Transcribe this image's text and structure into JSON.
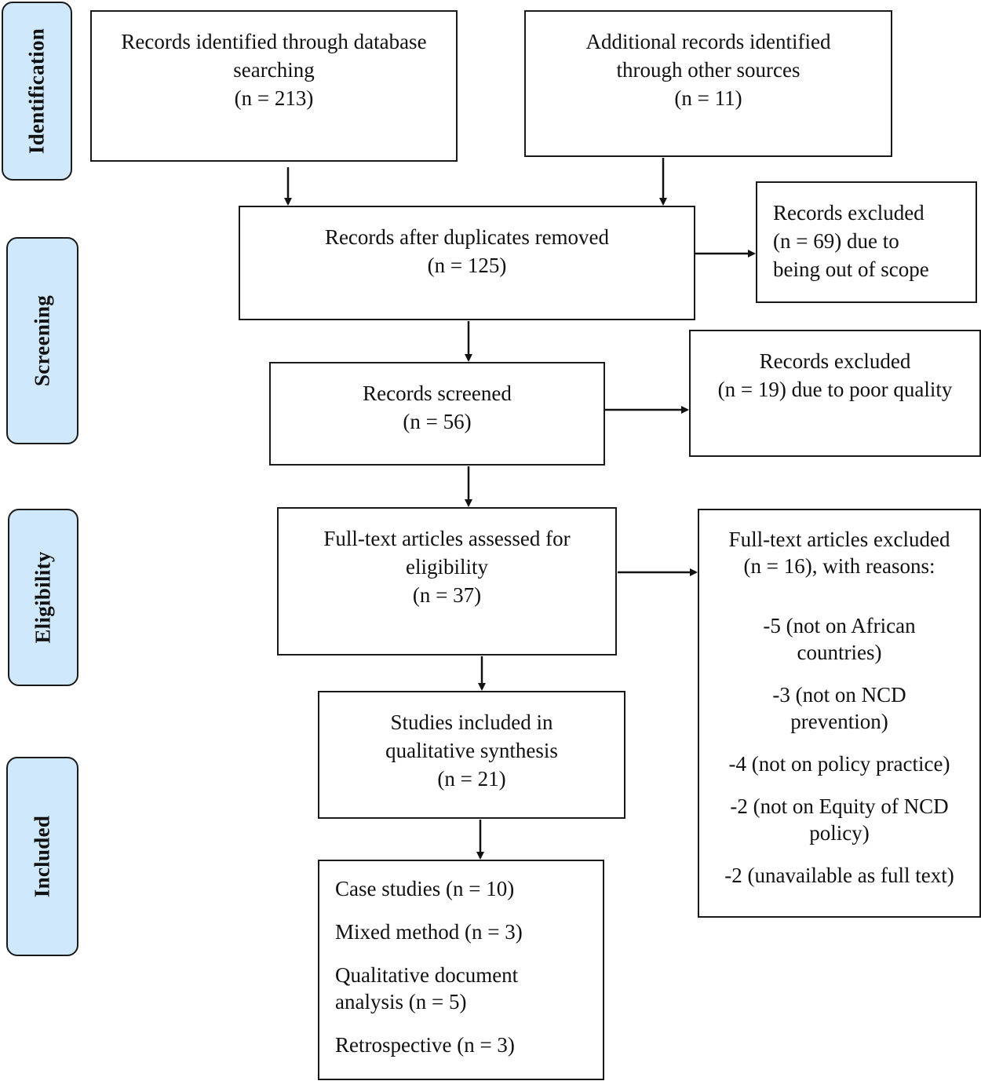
{
  "phases": {
    "identification": "Identification",
    "screening": "Screening",
    "eligibility": "Eligibility",
    "included": "Included"
  },
  "boxes": {
    "database": [
      "Records identified through database",
      "searching",
      "(n = 213)"
    ],
    "other_sources": [
      "Additional records identified",
      "through other sources",
      "(n = 11)"
    ],
    "duplicates_removed": [
      "Records after duplicates removed",
      "(n = 125)"
    ],
    "excluded_scope": [
      "Records excluded",
      "(n = 69) due to",
      "being out of scope"
    ],
    "screened": [
      "Records screened",
      "(n = 56)"
    ],
    "excluded_quality": [
      "Records excluded",
      "(n = 19) due to poor quality"
    ],
    "fulltext_assessed": [
      "Full-text articles assessed for",
      "eligibility",
      "(n = 37)"
    ],
    "fulltext_excluded": {
      "header": [
        "Full-text articles excluded",
        "(n = 16), with reasons:"
      ],
      "reasons": [
        [
          "-5 (not on African",
          "countries)"
        ],
        [
          "-3 (not on NCD",
          "prevention)"
        ],
        [
          "-4 (not on policy practice)"
        ],
        [
          "-2 (not on Equity of NCD",
          "policy)"
        ],
        [
          "-2 (unavailable as full text)"
        ]
      ]
    },
    "qualitative_synthesis": [
      "Studies included in",
      "qualitative synthesis",
      "(n = 21)"
    ],
    "study_types": [
      [
        "Case studies (n = 10)"
      ],
      [
        "Mixed method (n = 3)"
      ],
      [
        "Qualitative document",
        "analysis (n = 5)"
      ],
      [
        "Retrospective (n = 3)"
      ]
    ]
  }
}
